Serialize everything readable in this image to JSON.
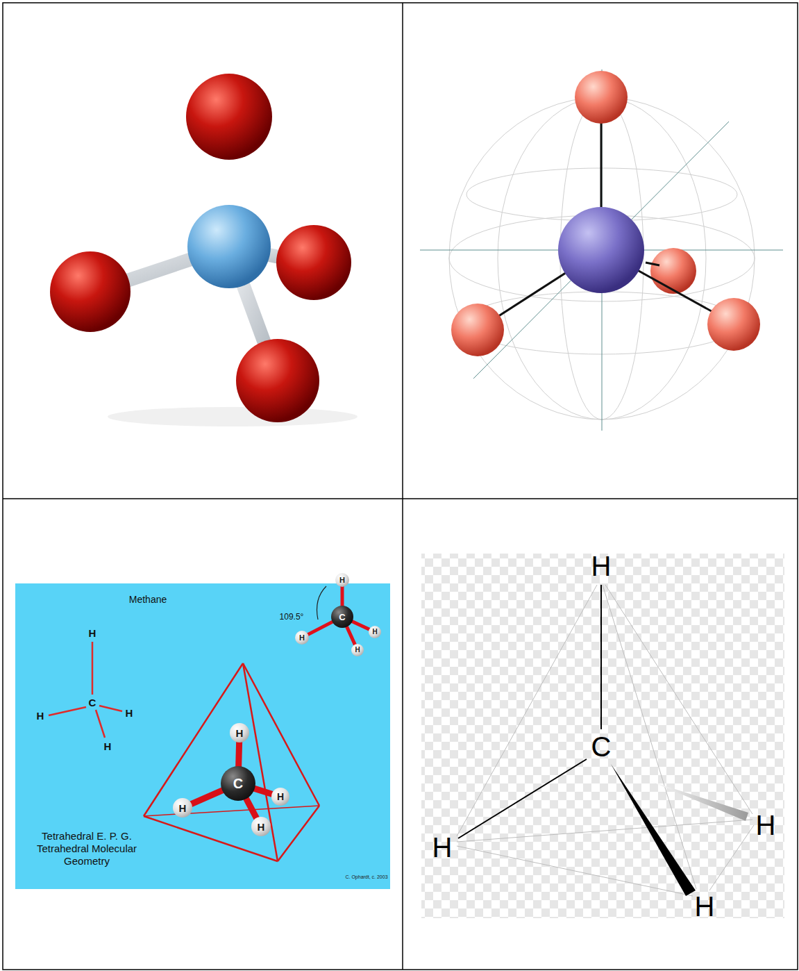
{
  "diagram": {
    "nodes": [
      {
        "text": [
          "H"
        ]
      },
      {
        "text": [
          "C"
        ]
      },
      {
        "text": [
          "H"
        ]
      },
      {
        "text": [
          "H"
        ]
      },
      {
        "text": [
          "H"
        ]
      },
      {
        "text": [
          "H"
        ]
      },
      {
        "text": [
          "C"
        ]
      },
      {
        "text": [
          "H"
        ]
      },
      {
        "text": [
          "H"
        ]
      },
      {
        "text": [
          "H"
        ]
      }
    ],
    "edges": [
      {
        "from": 1,
        "to": 0,
        "arrow": "none"
      },
      {
        "from": 1,
        "to": 2,
        "arrow": "none"
      },
      {
        "from": 1,
        "to": 3,
        "arrow": "none"
      },
      {
        "from": 1,
        "to": 4,
        "arrow": "none"
      },
      {
        "from": 6,
        "to": 5,
        "arrow": "none"
      },
      {
        "from": 6,
        "to": 7,
        "arrow": "none"
      },
      {
        "from": 6,
        "to": 8,
        "arrow": "none"
      },
      {
        "from": 6,
        "to": 9,
        "arrow": "none"
      }
    ],
    "labels": [
      "Methane",
      "109.5°",
      "H",
      "C",
      "H",
      "H",
      "H",
      "Tetrahedral E. P. G. Tetrahedral Molecular Geometry",
      "C. Ophardt, c. 2003",
      "H",
      "C",
      "H",
      "H",
      "H"
    ]
  }
}
